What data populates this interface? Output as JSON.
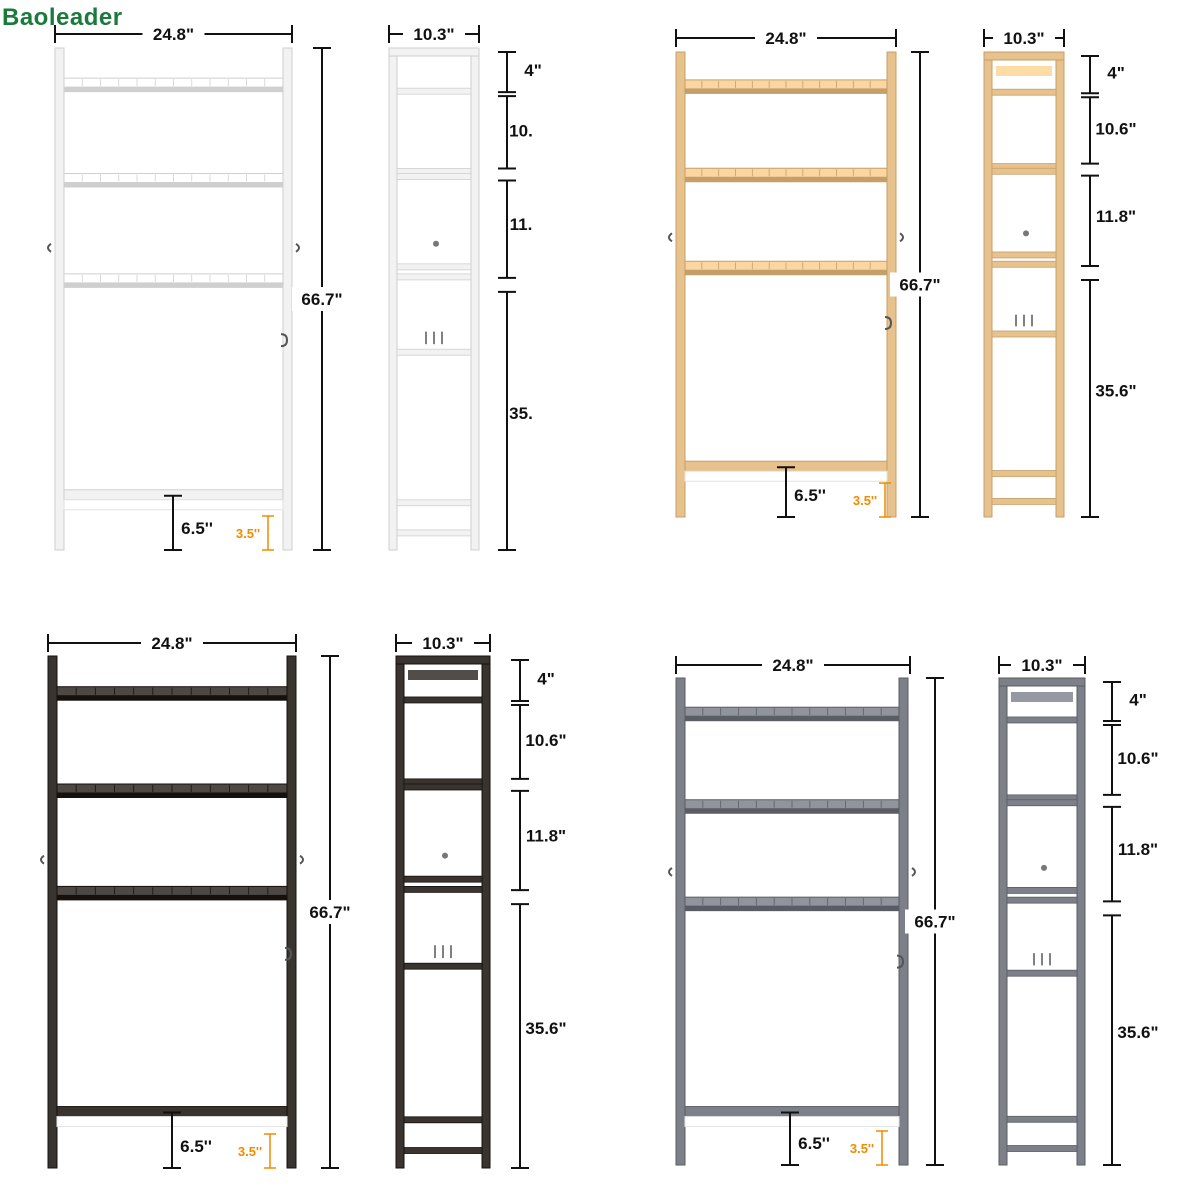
{
  "brand": {
    "logo_text": "Baoleader"
  },
  "colors": {
    "white_variant": "#f2f2f2",
    "natural_variant": "#e8c28c",
    "dark_variant": "#3a3430",
    "grey_variant": "#7d8088",
    "dimension_line": "#111111",
    "accent_dimension": "#f08c00",
    "logo": "#1b7a3b"
  },
  "variants": [
    {
      "name": "white",
      "color_key": "white_variant"
    },
    {
      "name": "natural",
      "color_key": "natural_variant"
    },
    {
      "name": "dark",
      "color_key": "dark_variant"
    },
    {
      "name": "grey",
      "color_key": "grey_variant"
    }
  ],
  "dimensions": {
    "width": "24.8\"",
    "depth": "10.3\"",
    "height": "66.7\"",
    "top_gap": "4\"",
    "shelf1": "10.6\"",
    "shelf2": "11.8\"",
    "bottom_section": "35.6\"",
    "bar_height": "6.5''",
    "foot_height": "3.5''"
  },
  "cropped_labels": {
    "shelf1": "10.",
    "shelf2": "11.",
    "bottom_section": "35."
  }
}
